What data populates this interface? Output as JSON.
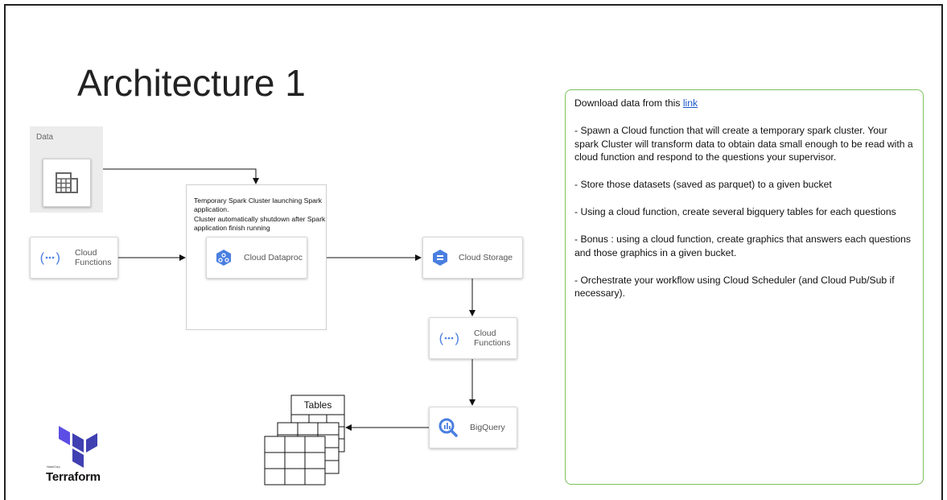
{
  "slide": {
    "title": "Architecture 1"
  },
  "diagram": {
    "data_panel_label": "Data",
    "cloud_functions_1": "Cloud\nFunctions",
    "cluster_description": "Temporary Spark Cluster launching Spark application.\nCluster automatically shutdown after Spark application finish running",
    "cloud_dataproc": "Cloud Dataproc",
    "cloud_storage": "Cloud Storage",
    "cloud_functions_2": "Cloud\nFunctions",
    "bigquery": "BigQuery",
    "tables_label": "Tables"
  },
  "logo": {
    "brand": "Terraform",
    "maker": "HashiCorp"
  },
  "instructions": {
    "intro_prefix": "Download data from this ",
    "intro_link": "link",
    "items": [
      "- Spawn a Cloud function that will create a temporary spark cluster. Your spark Cluster will transform data to obtain data small enough to be read with a cloud function and respond to the questions your supervisor.",
      "- Store those datasets (saved as parquet) to a given bucket",
      "- Using a cloud function, create several bigquery tables for each questions",
      "- Bonus : using a cloud function, create graphics that answers each questions and those graphics in a given bucket.",
      "- Orchestrate your workflow using Cloud Scheduler (and Cloud Pub/Sub if necessary)."
    ]
  },
  "colors": {
    "border_green": "#7cc15a",
    "link_blue": "#1a56c7",
    "gcp_blue": "#4a7fe0",
    "terraform_purple": "#5c4ee5"
  }
}
